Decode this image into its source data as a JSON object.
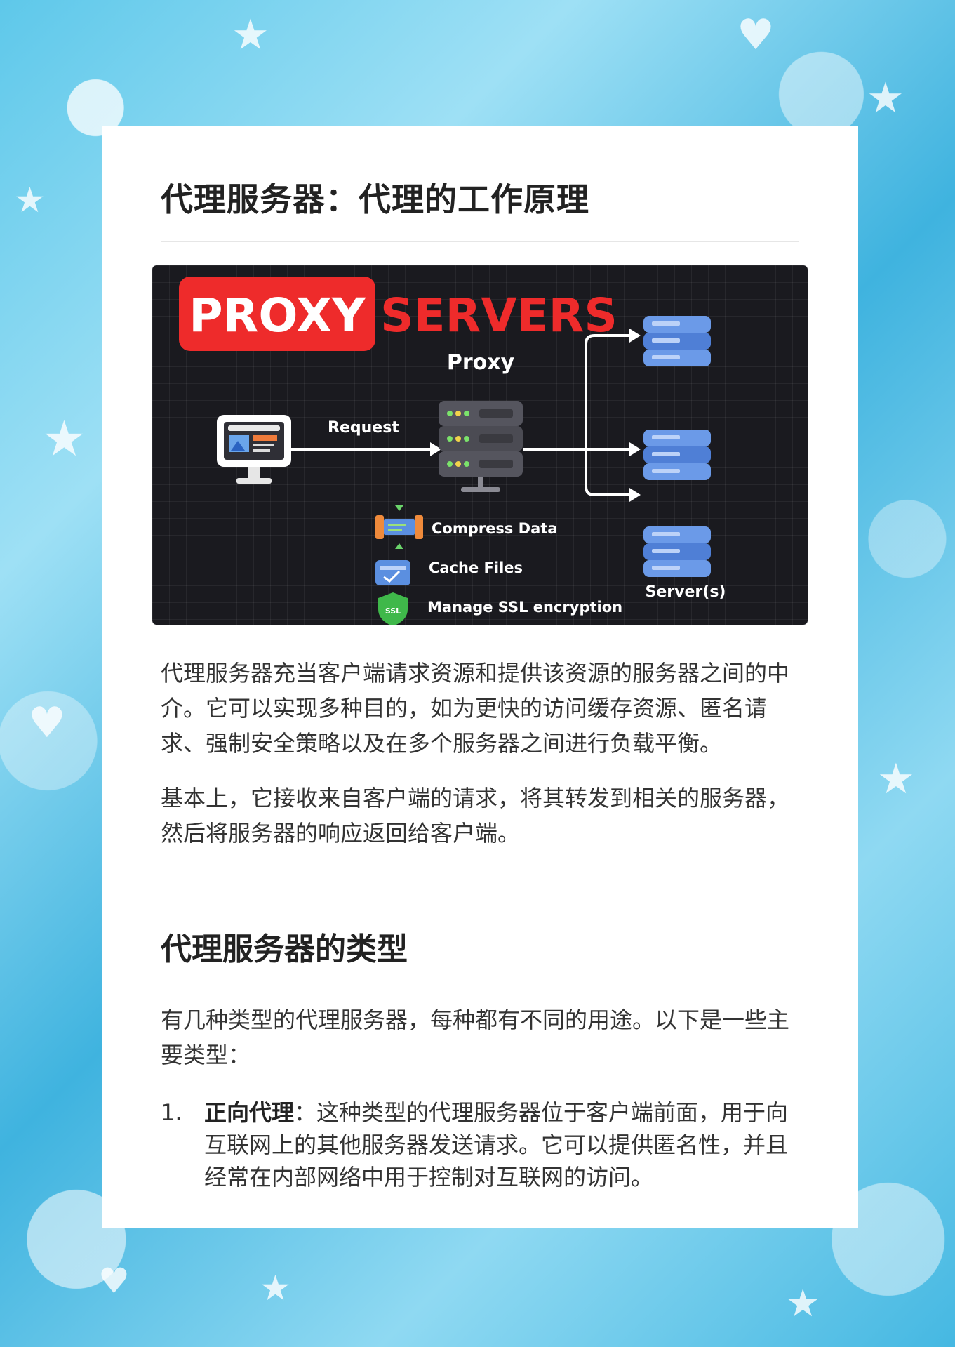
{
  "article": {
    "title": "代理服务器：代理的工作原理",
    "paragraph_1": "代理服务器充当客户端请求资源和提供该资源的服务器之间的中介。它可以实现多种目的，如为更快的访问缓存资源、匿名请求、强制安全策略以及在多个服务器之间进行负载平衡。",
    "paragraph_2": "基本上，它接收来自客户端的请求，将其转发到相关的服务器，然后将服务器的响应返回给客户端。",
    "section_title": "代理服务器的类型",
    "paragraph_3": "有几种类型的代理服务器，每种都有不同的用途。以下是一些主要类型：",
    "list": [
      {
        "number": "1.",
        "term": "正向代理",
        "separator": "：",
        "text": "这种类型的代理服务器位于客户端前面，用于向互联网上的其他服务器发送请求。它可以提供匿名性，并且经常在内部网络中用于控制对互联网的访问。"
      }
    ]
  },
  "hero": {
    "title_word_1": "PROXY",
    "title_word_2": "SERVERS",
    "proxy_label": "Proxy",
    "request_label": "Request",
    "features": [
      "Compress Data",
      "Cache Files",
      "Manage SSL encryption"
    ],
    "ssl_badge": "SSL",
    "servers_label": "Server(s)",
    "colors": {
      "red": "#ee2b2b",
      "server_blue": "#4f7fd6",
      "background": "#1a1a1f"
    }
  }
}
